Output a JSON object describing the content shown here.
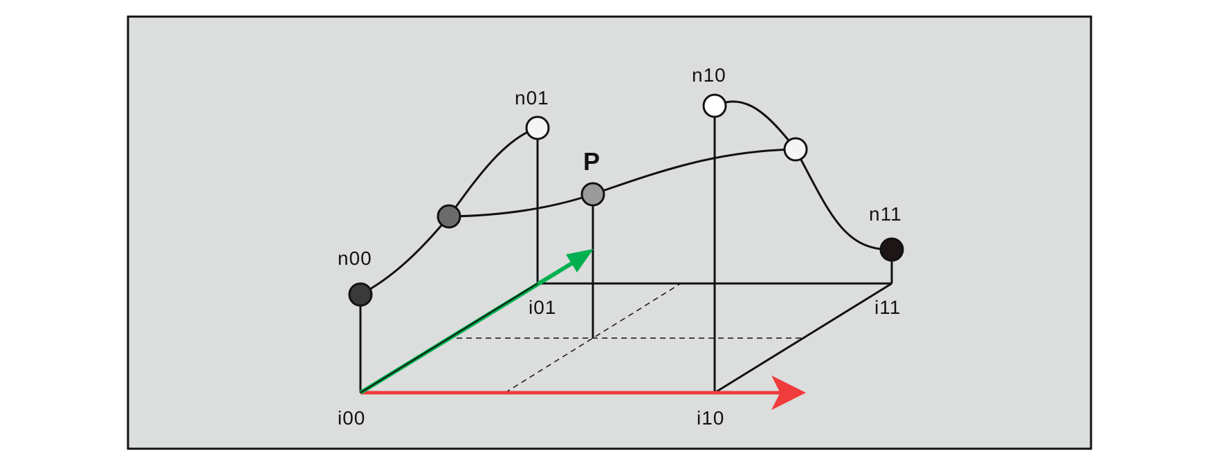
{
  "labels": {
    "n00": "n00",
    "n01": "n01",
    "n10": "n10",
    "n11": "n11",
    "i00": "i00",
    "i01": "i01",
    "i10": "i10",
    "i11": "i11",
    "p": "P"
  },
  "colors": {
    "panel_background": "#dcdddd",
    "panel_border": "#111111",
    "x_axis_arrow": "#f03c3c",
    "y_axis_arrow": "#00b050",
    "node_n00": "#3a3a3a",
    "node_n01": "#f5f5f5",
    "node_n10": "#ffffff",
    "node_n11": "#1e1616",
    "node_edge_left": "#6b6b6b",
    "node_edge_right": "#f5f5f5",
    "node_p": "#9a9a9a"
  }
}
